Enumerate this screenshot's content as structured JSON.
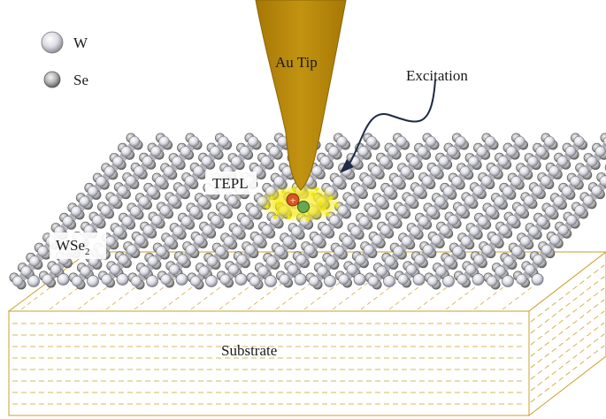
{
  "legend": [
    {
      "symbol": "W",
      "label": "W",
      "color": "#d8d8de"
    },
    {
      "symbol": "Se",
      "label": "Se",
      "color": "#a8a8a8"
    }
  ],
  "labels": {
    "tip": "Au Tip",
    "excitation": "Excitation",
    "tepl": "TEPL",
    "material_main": "WSe",
    "material_sub": "2",
    "substrate": "Substrate"
  },
  "colors": {
    "tip": "#b8860b",
    "glow": "#f2e600",
    "electron": "#d9551f",
    "hole": "#6aa84f",
    "substrate_line": "#c9a227",
    "arrow": "#1f2a44"
  }
}
